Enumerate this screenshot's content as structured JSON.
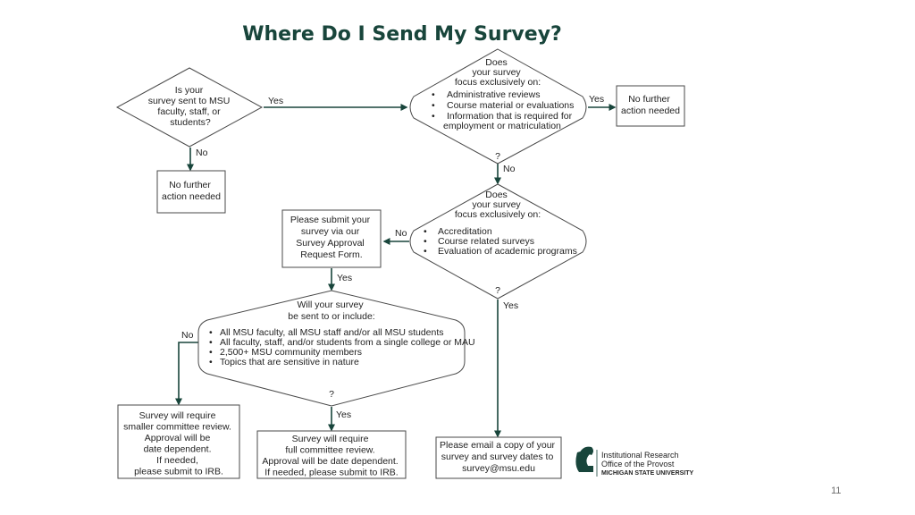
{
  "title": "Where Do I Send My Survey?",
  "page_number": "11",
  "colors": {
    "accent": "#18453b",
    "border": "#4a4a4a"
  },
  "nodes": {
    "q1": {
      "lines": [
        "Is your",
        "survey sent to MSU",
        "faculty, staff, or",
        "students?"
      ]
    },
    "end1": {
      "lines": [
        "No further",
        "action needed"
      ]
    },
    "q2": {
      "lines": [
        "Does",
        "your survey",
        "focus exclusively on:"
      ],
      "bullets": [
        "Administrative reviews",
        "Course material or evaluations",
        "Information that is required for"
      ],
      "continuation": "employment or matriculation",
      "mark": "?"
    },
    "end2": {
      "lines": [
        "No further",
        "action needed"
      ]
    },
    "q3": {
      "lines": [
        "Does",
        "your survey",
        "focus exclusively on:"
      ],
      "bullets": [
        "Accreditation",
        "Course related surveys",
        "Evaluation of academic programs"
      ],
      "mark": "?"
    },
    "submit": {
      "lines": [
        "Please submit your",
        "survey via our",
        "Survey Approval",
        "Request Form."
      ]
    },
    "q4": {
      "lines": [
        "Will your survey",
        "be sent to or include:"
      ],
      "bullets": [
        "All MSU faculty, all MSU staff and/or all MSU students",
        "All faculty, staff, and/or students from a single college or MAU",
        "2,500+ MSU community members",
        "Topics that are sensitive in nature"
      ],
      "mark": "?"
    },
    "small": {
      "lines": [
        "Survey will require",
        "smaller committee review.",
        "Approval will be",
        "date dependent.",
        "If needed,",
        "please submit to IRB."
      ]
    },
    "full": {
      "lines": [
        "Survey will require",
        "full committee review.",
        "Approval will be date dependent.",
        "If needed, please submit to IRB."
      ]
    },
    "email": {
      "lines": [
        "Please email a copy of your",
        "survey and survey dates to",
        "survey@msu.edu"
      ]
    }
  },
  "edges": {
    "q1_yes": "Yes",
    "q1_no": "No",
    "q2_yes": "Yes",
    "q2_no": "No",
    "q3_no": "No",
    "q3_yes": "Yes",
    "submit_yes": "Yes",
    "q4_no": "No",
    "q4_yes": "Yes"
  },
  "footer": {
    "logo_icon": "spartan-helmet-icon",
    "lines": [
      "Institutional Research",
      "Office of the Provost"
    ],
    "university": "MICHIGAN STATE UNIVERSITY"
  }
}
